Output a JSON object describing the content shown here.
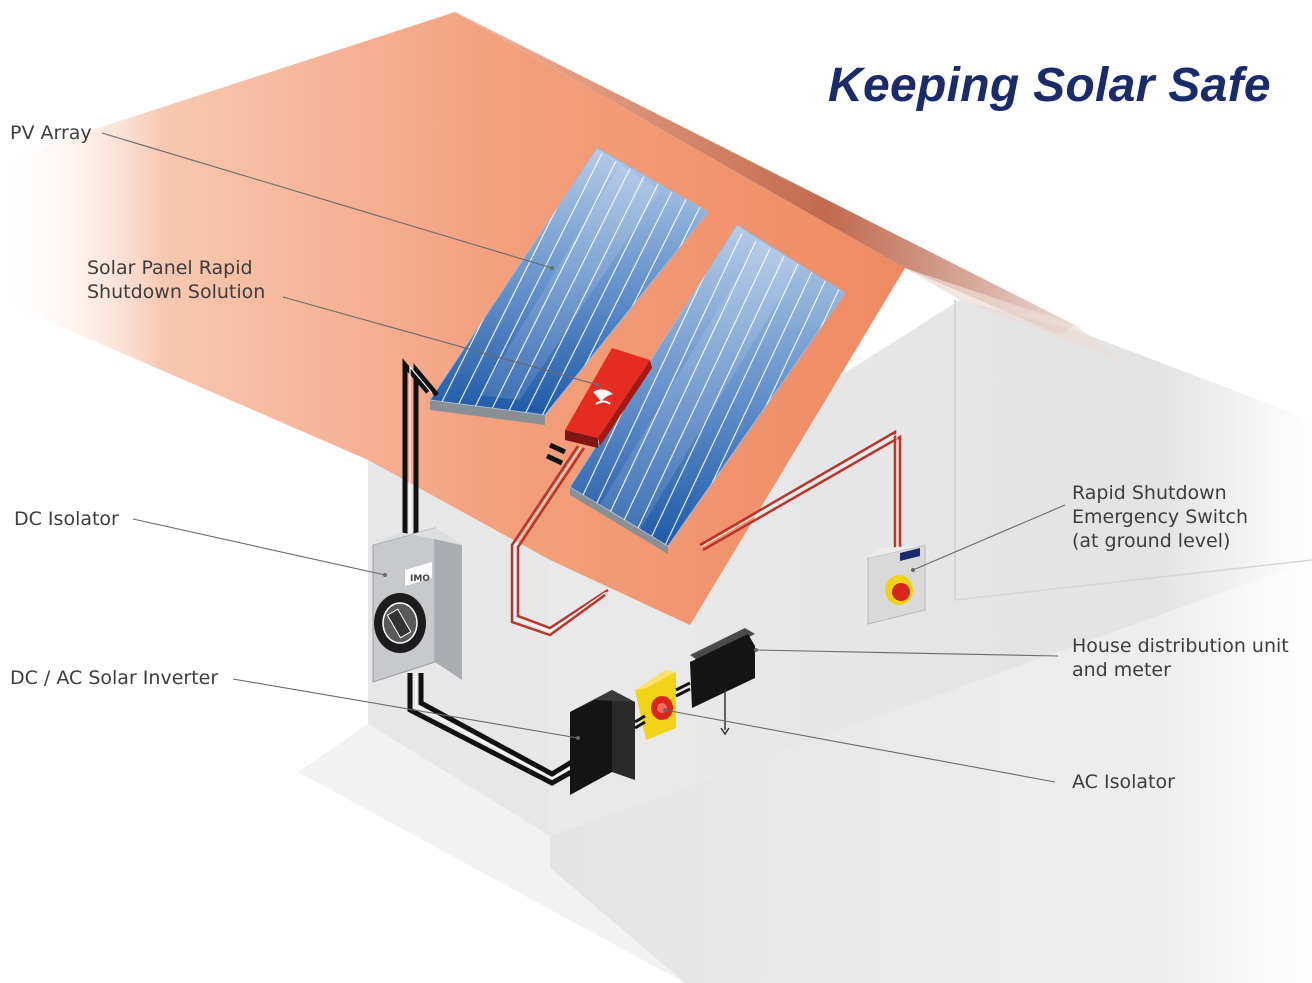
{
  "title": "Keeping Solar Safe",
  "labels": {
    "pv_array": "PV Array",
    "rapid_shutdown_solution": [
      "Solar Panel Rapid",
      "Shutdown Solution"
    ],
    "dc_isolator": "DC Isolator",
    "inverter": "DC / AC Solar Inverter",
    "emergency_switch": [
      "Rapid Shutdown",
      "Emergency Switch",
      "(at ground level)"
    ],
    "distribution_unit": [
      "House distribution unit",
      "and meter"
    ],
    "ac_isolator": "AC Isolator"
  },
  "device_brand": "IMO",
  "colors": {
    "title": "#1b2a6b",
    "roof": "#f19a78",
    "panel": "#2f6fb8",
    "shutdown_device": "#e42c22",
    "isolator_yellow": "#f3d21a",
    "cable": "#111111",
    "control_wire": "#b9352c"
  }
}
